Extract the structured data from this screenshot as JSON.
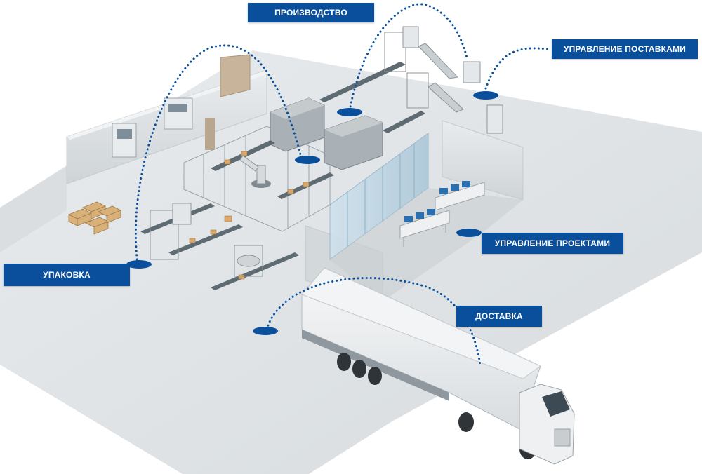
{
  "labels": {
    "production": "ПРОИЗВОДСТВО",
    "supply_management": "УПРАВЛЕНИЕ ПОСТАВКАМИ",
    "project_management": "УПРАВЛЕНИЕ ПРОЕКТАМИ",
    "packing": "УПАКОВКА",
    "delivery": "ДОСТАВКА"
  },
  "colors": {
    "label_background": "#0a4f9c",
    "label_text": "#ffffff",
    "dotted_line": "#0a4f9c",
    "floor": "#dfe3e5",
    "wall": "#d8dcde"
  },
  "icons": [
    "factory-floor-illustration",
    "robot-arm-icon",
    "conveyor-icon",
    "truck-icon",
    "workstation-icon",
    "pallet-icon"
  ]
}
